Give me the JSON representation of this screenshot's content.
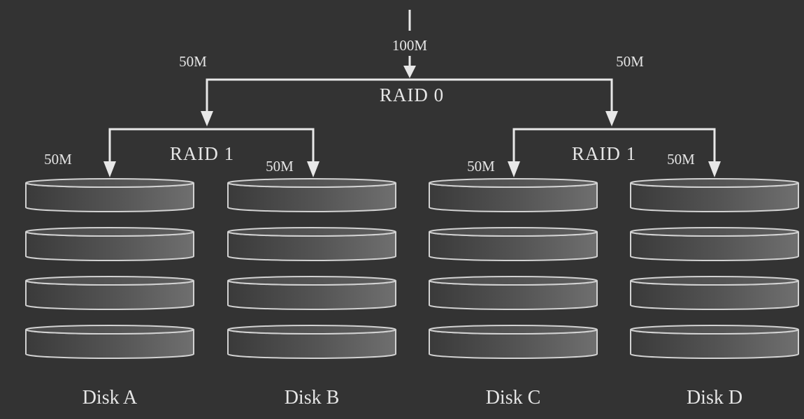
{
  "input_rate": "100M",
  "raid0": {
    "label": "RAID 0",
    "left_rate": "50M",
    "right_rate": "50M"
  },
  "raid1_groups": [
    {
      "label": "RAID 1",
      "left_rate": "50M",
      "right_rate": "50M"
    },
    {
      "label": "RAID 1",
      "left_rate": "50M",
      "right_rate": "50M"
    }
  ],
  "disks": [
    {
      "label": "Disk A"
    },
    {
      "label": "Disk B"
    },
    {
      "label": "Disk C"
    },
    {
      "label": "Disk D"
    }
  ],
  "platters_per_disk": 4,
  "colors": {
    "background": "#333333",
    "line": "#e8e8e8",
    "text": "#e6e6e6",
    "platter_dark": "#3c3c3c",
    "platter_light": "#6e6e6e"
  }
}
